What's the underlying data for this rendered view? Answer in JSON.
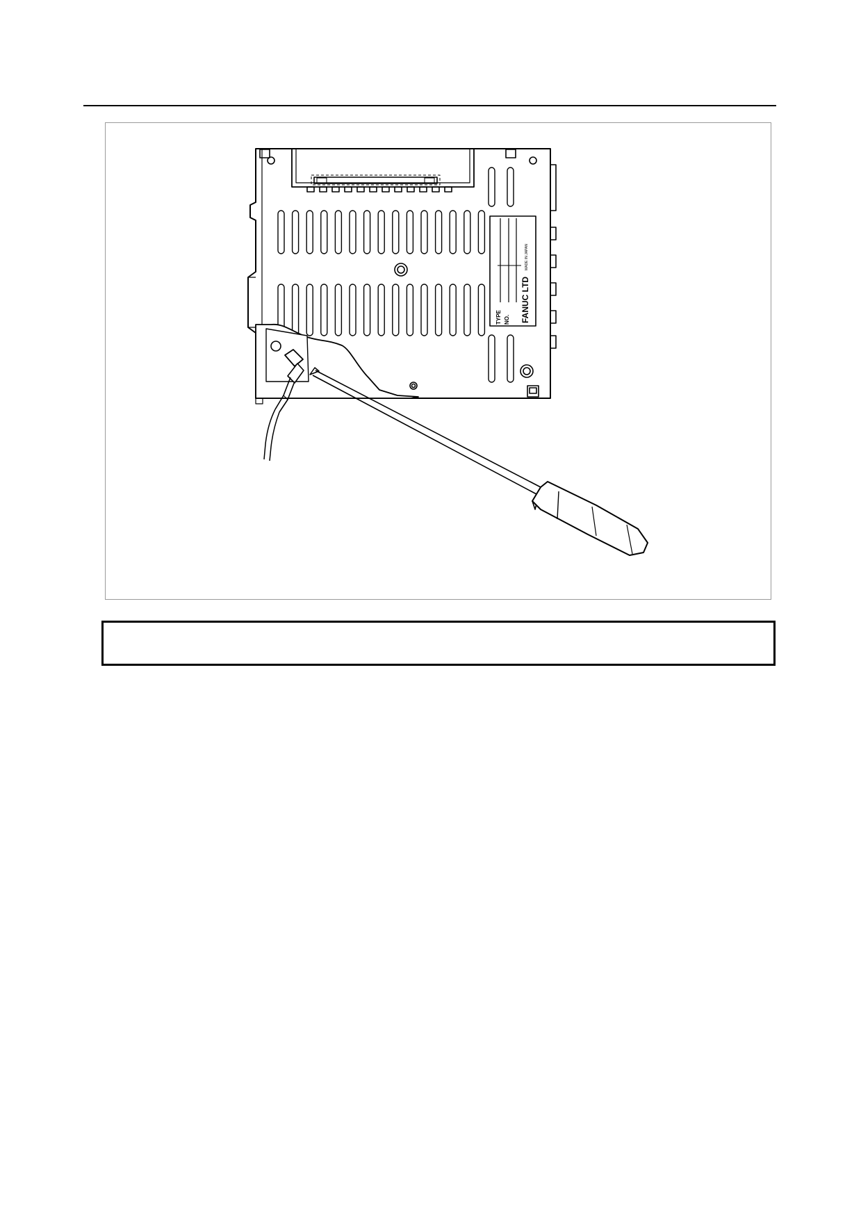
{
  "nameplate": {
    "type_label": "TYPE",
    "no_label": "NO.",
    "maker": "FANUC LTD",
    "made_in": "MADE IN JAPAN"
  },
  "caption": {
    "text": ""
  }
}
